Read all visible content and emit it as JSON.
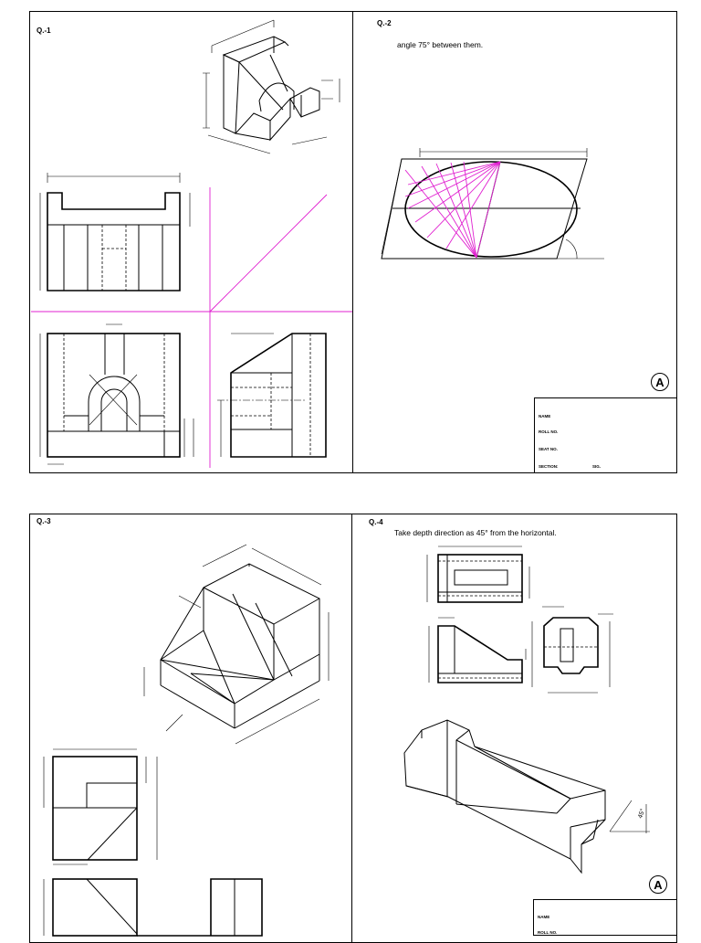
{
  "sheet_a": {
    "q1": {
      "label": "Q.-1"
    },
    "q2": {
      "label": "Q.-2",
      "text": "angle 75° between them."
    },
    "badge": "A",
    "title_block": {
      "name": "NAME",
      "roll": "ROLL NO.",
      "seat": "SEAT NO.",
      "section": "SECTION:",
      "sig": "SIG."
    }
  },
  "sheet_b": {
    "q3": {
      "label": "Q.-3"
    },
    "q4": {
      "label": "Q.-4",
      "text": "Take depth direction as 45° from the horizontal."
    },
    "badge": "A",
    "angle_label": "45°",
    "title_block": {
      "name": "NAME",
      "roll": "ROLL NO."
    }
  },
  "colors": {
    "ink": "#000000",
    "construction": "#e020d0",
    "paper": "#ffffff"
  }
}
